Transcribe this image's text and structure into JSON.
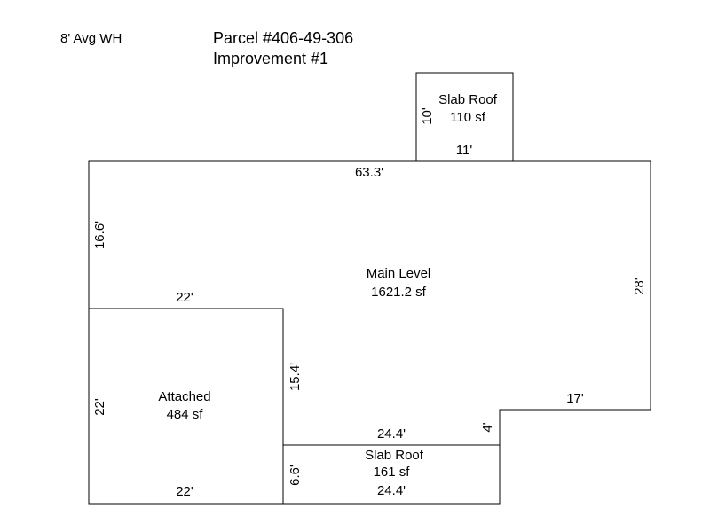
{
  "header": {
    "wall_height": "8' Avg WH",
    "parcel": "Parcel #406-49-306",
    "improvement": "Improvement #1"
  },
  "areas": {
    "slab_roof_top": {
      "name": "Slab Roof",
      "area": "110 sf"
    },
    "main_level": {
      "name": "Main Level",
      "area": "1621.2 sf"
    },
    "attached": {
      "name": "Attached",
      "area": "484 sf"
    },
    "slab_roof_bottom": {
      "name": "Slab Roof",
      "area": "161 sf"
    }
  },
  "dimensions": {
    "slab_top_side": "10'",
    "slab_top_width": "11'",
    "main_top": "63.3'",
    "main_left_upper": "16.6'",
    "main_right": "28'",
    "attached_top": "22'",
    "main_inner_left": "15.4'",
    "main_right_lower": "17'",
    "notch": "4'",
    "slab_bottom_top": "24.4'",
    "attached_left": "22'",
    "attached_bottom": "22'",
    "slab_bottom_side": "6.6'",
    "slab_bottom_width": "24.4'"
  },
  "colors": {
    "line": "#000000",
    "background": "#ffffff"
  }
}
